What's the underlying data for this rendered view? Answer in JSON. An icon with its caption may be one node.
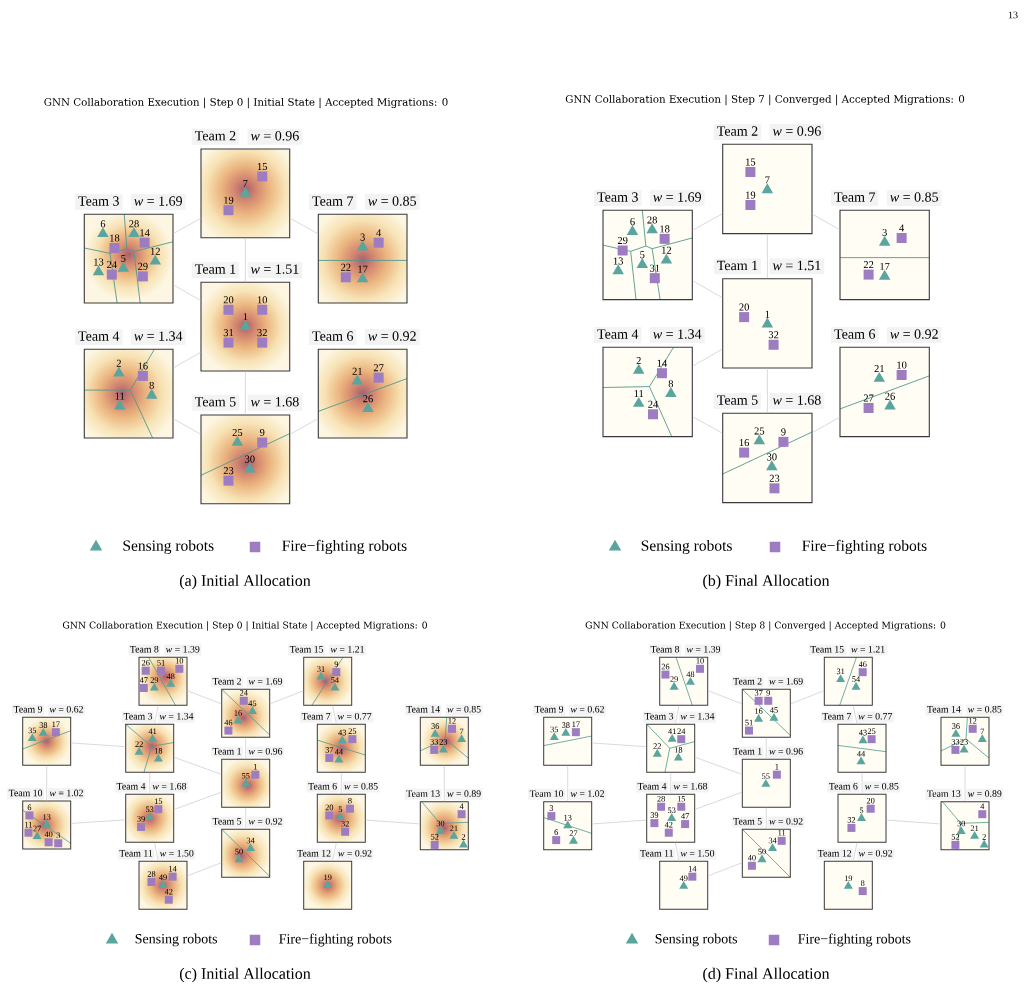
{
  "diagram": {
    "nodes": [
      {
        "text": [
          "Team 2",
          "*w* = 0.96"
        ]
      },
      {
        "text": [],
        "shape": "square",
        "beside": [
          "15"
        ],
        "in": 0
      },
      {
        "text": [],
        "shape": "triangle",
        "beside": [
          "7"
        ],
        "in": 0
      },
      {
        "text": [],
        "shape": "square",
        "beside": [
          "19"
        ],
        "in": 0
      },
      {
        "text": [
          "Team 3",
          "*w* = 1.69"
        ]
      },
      {
        "text": [],
        "shape": "triangle",
        "beside": [
          "6"
        ],
        "in": 4
      },
      {
        "text": [],
        "shape": "square",
        "beside": [
          "18"
        ],
        "in": 4
      },
      {
        "text": [],
        "shape": "triangle",
        "beside": [
          "28"
        ],
        "in": 4
      },
      {
        "text": [],
        "shape": "square",
        "beside": [
          "14"
        ],
        "in": 4
      },
      {
        "text": [],
        "shape": "triangle",
        "beside": [
          "13"
        ],
        "in": 4
      },
      {
        "text": [],
        "shape": "square",
        "beside": [
          "24"
        ],
        "in": 4
      },
      {
        "text": [],
        "shape": "triangle",
        "beside": [
          "5"
        ],
        "in": 4
      },
      {
        "text": [],
        "shape": "triangle",
        "beside": [
          "12"
        ],
        "in": 4
      },
      {
        "text": [],
        "shape": "square",
        "beside": [
          "29"
        ],
        "in": 4
      },
      {
        "text": [
          "Team 7",
          "*w* = 0.85"
        ]
      },
      {
        "text": [],
        "shape": "triangle",
        "beside": [
          "3"
        ],
        "in": 14
      },
      {
        "text": [],
        "shape": "square",
        "beside": [
          "4"
        ],
        "in": 14
      },
      {
        "text": [],
        "shape": "square",
        "beside": [
          "22"
        ],
        "in": 14
      },
      {
        "text": [],
        "shape": "triangle",
        "beside": [
          "17"
        ],
        "in": 14
      },
      {
        "text": [
          "Team 1",
          "*w* = 1.51"
        ]
      },
      {
        "text": [],
        "shape": "square",
        "beside": [
          "20"
        ],
        "in": 19
      },
      {
        "text": [],
        "shape": "square",
        "beside": [
          "10"
        ],
        "in": 19
      },
      {
        "text": [],
        "shape": "triangle",
        "beside": [
          "1"
        ],
        "in": 19
      },
      {
        "text": [],
        "shape": "square",
        "beside": [
          "31"
        ],
        "in": 19
      },
      {
        "text": [],
        "shape": "square",
        "beside": [
          "32"
        ],
        "in": 19
      },
      {
        "text": [
          "Team 4",
          "*w* = 1.34"
        ]
      },
      {
        "text": [],
        "shape": "triangle",
        "beside": [
          "2"
        ],
        "in": 25
      },
      {
        "text": [],
        "shape": "square",
        "beside": [
          "16"
        ],
        "in": 25
      },
      {
        "text": [],
        "shape": "triangle",
        "beside": [
          "8"
        ],
        "in": 25
      },
      {
        "text": [],
        "shape": "triangle",
        "beside": [
          "11"
        ],
        "in": 25
      },
      {
        "text": [
          "Team 6",
          "*w* = 0.92"
        ]
      },
      {
        "text": [],
        "shape": "triangle",
        "beside": [
          "21"
        ],
        "in": 30
      },
      {
        "text": [],
        "shape": "square",
        "beside": [
          "27"
        ],
        "in": 30
      },
      {
        "text": [],
        "shape": "triangle",
        "beside": [
          "26"
        ],
        "in": 30
      },
      {
        "text": [
          "Team 5",
          "*w* = 1.68"
        ]
      },
      {
        "text": [],
        "shape": "triangle",
        "beside": [
          "25"
        ],
        "in": 34
      },
      {
        "text": [],
        "shape": "square",
        "beside": [
          "9"
        ],
        "in": 34
      },
      {
        "text": [],
        "shape": "triangle",
        "beside": [
          "30"
        ],
        "in": 34
      },
      {
        "text": [],
        "shape": "square",
        "beside": [
          "23"
        ],
        "in": 34
      },
      {
        "text": [
          "Team 2",
          "*w* = 0.96"
        ]
      },
      {
        "text": [],
        "shape": "square",
        "beside": [
          "15"
        ],
        "in": 39
      },
      {
        "text": [],
        "shape": "triangle",
        "beside": [
          "7"
        ],
        "in": 39
      },
      {
        "text": [],
        "shape": "square",
        "beside": [
          "19"
        ],
        "in": 39
      },
      {
        "text": [
          "Team 3",
          "*w* = 1.69"
        ]
      },
      {
        "text": [],
        "shape": "triangle",
        "beside": [
          "6"
        ],
        "in": 43
      },
      {
        "text": [],
        "shape": "triangle",
        "beside": [
          "28"
        ],
        "in": 43
      },
      {
        "text": [],
        "shape": "square",
        "beside": [
          "18"
        ],
        "in": 43
      },
      {
        "text": [],
        "shape": "square",
        "beside": [
          "29"
        ],
        "in": 43
      },
      {
        "text": [],
        "shape": "triangle",
        "beside": [
          "13"
        ],
        "in": 43
      },
      {
        "text": [],
        "shape": "triangle",
        "beside": [
          "5"
        ],
        "in": 43
      },
      {
        "text": [],
        "shape": "triangle",
        "beside": [
          "12"
        ],
        "in": 43
      },
      {
        "text": [],
        "shape": "square",
        "beside": [
          "31"
        ],
        "in": 43
      },
      {
        "text": [
          "Team 7",
          "*w* = 0.85"
        ]
      },
      {
        "text": [],
        "shape": "triangle",
        "beside": [
          "3"
        ],
        "in": 52
      },
      {
        "text": [],
        "shape": "square",
        "beside": [
          "4"
        ],
        "in": 52
      },
      {
        "text": [],
        "shape": "square",
        "beside": [
          "22"
        ],
        "in": 52
      },
      {
        "text": [],
        "shape": "triangle",
        "beside": [
          "17"
        ],
        "in": 52
      },
      {
        "text": [
          "Team 1",
          "*w* = 1.51"
        ]
      },
      {
        "text": [],
        "shape": "square",
        "beside": [
          "20"
        ],
        "in": 57
      },
      {
        "text": [],
        "shape": "triangle",
        "beside": [
          "1"
        ],
        "in": 57
      },
      {
        "text": [],
        "shape": "square",
        "beside": [
          "32"
        ],
        "in": 57
      },
      {
        "text": [
          "Team 4",
          "*w* = 1.34"
        ]
      },
      {
        "text": [],
        "shape": "triangle",
        "beside": [
          "2"
        ],
        "in": 61
      },
      {
        "text": [],
        "shape": "square",
        "beside": [
          "14"
        ],
        "in": 61
      },
      {
        "text": [],
        "shape": "triangle",
        "beside": [
          "8"
        ],
        "in": 61
      },
      {
        "text": [],
        "shape": "triangle",
        "beside": [
          "11"
        ],
        "in": 61
      },
      {
        "text": [],
        "shape": "square",
        "beside": [
          "24"
        ],
        "in": 61
      },
      {
        "text": [
          "Team 6",
          "*w* = 0.92"
        ]
      },
      {
        "text": [],
        "shape": "triangle",
        "beside": [
          "21"
        ],
        "in": 67
      },
      {
        "text": [],
        "shape": "square",
        "beside": [
          "10"
        ],
        "in": 67
      },
      {
        "text": [],
        "shape": "square",
        "beside": [
          "27"
        ],
        "in": 67
      },
      {
        "text": [],
        "shape": "triangle",
        "beside": [
          "26"
        ],
        "in": 67
      },
      {
        "text": [
          "Team 5",
          "*w* = 1.68"
        ]
      },
      {
        "text": [],
        "shape": "triangle",
        "beside": [
          "25"
        ],
        "in": 72
      },
      {
        "text": [],
        "shape": "square",
        "beside": [
          "9"
        ],
        "in": 72
      },
      {
        "text": [],
        "shape": "square",
        "beside": [
          "16"
        ],
        "in": 72
      },
      {
        "text": [],
        "shape": "triangle",
        "beside": [
          "30"
        ],
        "in": 72
      },
      {
        "text": [],
        "shape": "square",
        "beside": [
          "23"
        ],
        "in": 72
      },
      {
        "text": [
          "Team 8",
          "*w* = 1.39"
        ]
      },
      {
        "text": [],
        "shape": "square",
        "beside": [
          "26"
        ],
        "in": 78
      },
      {
        "text": [],
        "shape": "square",
        "beside": [
          "10"
        ],
        "in": 78
      },
      {
        "text": [],
        "shape": "triangle",
        "beside": [
          "48"
        ],
        "in": 78
      },
      {
        "text": [],
        "shape": "triangle",
        "beside": [
          "29"
        ],
        "in": 78
      },
      {
        "text": [],
        "shape": "square",
        "beside": [
          "51"
        ],
        "in": 78
      },
      {
        "text": [],
        "shape": "square",
        "beside": [
          "47"
        ],
        "in": 78
      },
      {
        "text": [
          "Team 15",
          "*w* = 1.21"
        ]
      },
      {
        "text": [],
        "shape": "triangle",
        "beside": [
          "31"
        ],
        "in": 85
      },
      {
        "text": [],
        "shape": "square",
        "beside": [
          "9"
        ],
        "in": 85
      },
      {
        "text": [],
        "shape": "triangle",
        "beside": [
          "54"
        ],
        "in": 85
      },
      {
        "text": [
          "Team 2",
          "*w* = 1.69"
        ]
      },
      {
        "text": [],
        "shape": "square",
        "beside": [
          "24"
        ],
        "in": 89
      },
      {
        "text": [],
        "shape": "triangle",
        "beside": [
          "45"
        ],
        "in": 89
      },
      {
        "text": [],
        "shape": "triangle",
        "beside": [
          "16"
        ],
        "in": 89
      },
      {
        "text": [],
        "shape": "square",
        "beside": [
          "46"
        ],
        "in": 89
      },
      {
        "text": [
          "Team 9",
          "*w* = 0.62"
        ]
      },
      {
        "text": [],
        "shape": "triangle",
        "beside": [
          "38"
        ],
        "in": 94
      },
      {
        "text": [],
        "shape": "square",
        "beside": [
          "17"
        ],
        "in": 94
      },
      {
        "text": [],
        "shape": "triangle",
        "beside": [
          "35"
        ],
        "in": 94
      },
      {
        "text": [
          "Team 3",
          "*w* = 1.34"
        ]
      },
      {
        "text": [],
        "shape": "triangle",
        "beside": [
          "41"
        ],
        "in": 98
      },
      {
        "text": [],
        "shape": "triangle",
        "beside": [
          "22"
        ],
        "in": 98
      },
      {
        "text": [],
        "shape": "triangle",
        "beside": [
          "18"
        ],
        "in": 98
      },
      {
        "text": [
          "Team 7",
          "*w* = 0.77"
        ]
      },
      {
        "text": [],
        "shape": "triangle",
        "beside": [
          "43"
        ],
        "in": 102
      },
      {
        "text": [],
        "shape": "square",
        "beside": [
          "25"
        ],
        "in": 102
      },
      {
        "text": [],
        "shape": "square",
        "beside": [
          "37"
        ],
        "in": 102
      },
      {
        "text": [],
        "shape": "triangle",
        "beside": [
          "44"
        ],
        "in": 102
      },
      {
        "text": [
          "Team 14",
          "*w* = 0.85"
        ]
      },
      {
        "text": [],
        "shape": "triangle",
        "beside": [
          "36"
        ],
        "in": 107
      },
      {
        "text": [],
        "shape": "square",
        "beside": [
          "12"
        ],
        "in": 107
      },
      {
        "text": [],
        "shape": "triangle",
        "beside": [
          "7"
        ],
        "in": 107
      },
      {
        "text": [],
        "shape": "square",
        "beside": [
          "33"
        ],
        "in": 107
      },
      {
        "text": [],
        "shape": "triangle",
        "beside": [
          "23"
        ],
        "in": 107
      },
      {
        "text": [
          "Team 1",
          "*w* = 0.96"
        ]
      },
      {
        "text": [],
        "shape": "square",
        "beside": [
          "1"
        ],
        "in": 113
      },
      {
        "text": [],
        "shape": "triangle",
        "beside": [
          "55"
        ],
        "in": 113
      },
      {
        "text": [
          "Team 10",
          "*w* = 1.02"
        ]
      },
      {
        "text": [],
        "shape": "square",
        "beside": [
          "6"
        ],
        "in": 116
      },
      {
        "text": [],
        "shape": "triangle",
        "beside": [
          "13"
        ],
        "in": 116
      },
      {
        "text": [],
        "shape": "square",
        "beside": [
          "3"
        ],
        "in": 116
      },
      {
        "text": [],
        "shape": "triangle",
        "beside": [
          "27"
        ],
        "in": 116
      },
      {
        "text": [],
        "shape": "square",
        "beside": [
          "40"
        ],
        "in": 116
      },
      {
        "text": [],
        "shape": "square",
        "beside": [
          "11"
        ],
        "in": 116
      },
      {
        "text": [
          "Team 4",
          "*w* = 1.68"
        ]
      },
      {
        "text": [],
        "shape": "square",
        "beside": [
          "15"
        ],
        "in": 123
      },
      {
        "text": [],
        "shape": "triangle",
        "beside": [
          "53"
        ],
        "in": 123
      },
      {
        "text": [],
        "shape": "square",
        "beside": [
          "39"
        ],
        "in": 123
      },
      {
        "text": [
          "Team 6",
          "*w* = 0.85"
        ]
      },
      {
        "text": [],
        "shape": "square",
        "beside": [
          "20"
        ],
        "in": 127
      },
      {
        "text": [],
        "shape": "square",
        "beside": [
          "8"
        ],
        "in": 127
      },
      {
        "text": [],
        "shape": "triangle",
        "beside": [
          "5"
        ],
        "in": 127
      },
      {
        "text": [],
        "shape": "square",
        "beside": [
          "32"
        ],
        "in": 127
      },
      {
        "text": [
          "Team 13",
          "*w* = 0.89"
        ]
      },
      {
        "text": [],
        "shape": "triangle",
        "beside": [
          "21"
        ],
        "in": 132
      },
      {
        "text": [],
        "shape": "square",
        "beside": [
          "4"
        ],
        "in": 132
      },
      {
        "text": [],
        "shape": "triangle",
        "beside": [
          "30"
        ],
        "in": 132
      },
      {
        "text": [],
        "shape": "square",
        "beside": [
          "52"
        ],
        "in": 132
      },
      {
        "text": [],
        "shape": "triangle",
        "beside": [
          "2"
        ],
        "in": 132
      },
      {
        "text": [
          "Team 5",
          "*w* = 0.92"
        ]
      },
      {
        "text": [],
        "shape": "triangle",
        "beside": [
          "34"
        ],
        "in": 138
      },
      {
        "text": [],
        "shape": "triangle",
        "beside": [
          "50"
        ],
        "in": 138
      },
      {
        "text": [
          "Team 11",
          "*w* = 1.50"
        ]
      },
      {
        "text": [],
        "shape": "square",
        "beside": [
          "28"
        ],
        "in": 141
      },
      {
        "text": [],
        "shape": "square",
        "beside": [
          "14"
        ],
        "in": 141
      },
      {
        "text": [],
        "shape": "triangle",
        "beside": [
          "49"
        ],
        "in": 141
      },
      {
        "text": [],
        "shape": "square",
        "beside": [
          "42"
        ],
        "in": 141
      },
      {
        "text": [
          "Team 12",
          "*w* = 0.92"
        ]
      },
      {
        "text": [],
        "shape": "triangle",
        "beside": [
          "19"
        ],
        "in": 146
      },
      {
        "text": [
          "Team 8",
          "*w* = 1.39"
        ]
      },
      {
        "text": [],
        "shape": "square",
        "beside": [
          "26"
        ],
        "in": 148
      },
      {
        "text": [],
        "shape": "triangle",
        "beside": [
          "29"
        ],
        "in": 148
      },
      {
        "text": [],
        "shape": "square",
        "beside": [
          "10"
        ],
        "in": 148
      },
      {
        "text": [],
        "shape": "triangle",
        "beside": [
          "48"
        ],
        "in": 148
      },
      {
        "text": [
          "Team 15",
          "*w* = 1.21"
        ]
      },
      {
        "text": [],
        "shape": "triangle",
        "beside": [
          "31"
        ],
        "in": 153
      },
      {
        "text": [],
        "shape": "square",
        "beside": [
          "46"
        ],
        "in": 153
      },
      {
        "text": [],
        "shape": "triangle",
        "beside": [
          "54"
        ],
        "in": 153
      },
      {
        "text": [
          "Team 2",
          "*w* = 1.69"
        ]
      },
      {
        "text": [],
        "shape": "square",
        "beside": [
          "37"
        ],
        "in": 157
      },
      {
        "text": [],
        "shape": "triangle",
        "beside": [
          "16"
        ],
        "in": 157
      },
      {
        "text": [],
        "shape": "triangle",
        "beside": [
          "45"
        ],
        "in": 157
      },
      {
        "text": [],
        "shape": "square",
        "beside": [
          "9"
        ],
        "in": 157
      },
      {
        "text": [],
        "shape": "square",
        "beside": [
          "51"
        ],
        "in": 157
      },
      {
        "text": [
          "Team 9",
          "*w* = 0.62"
        ]
      },
      {
        "text": [],
        "shape": "triangle",
        "beside": [
          "38"
        ],
        "in": 163
      },
      {
        "text": [],
        "shape": "square",
        "beside": [
          "17"
        ],
        "in": 163
      },
      {
        "text": [],
        "shape": "triangle",
        "beside": [
          "35"
        ],
        "in": 163
      },
      {
        "text": [
          "Team 3",
          "*w* = 1.34"
        ]
      },
      {
        "text": [],
        "shape": "triangle",
        "beside": [
          "41"
        ],
        "in": 167
      },
      {
        "text": [],
        "shape": "square",
        "beside": [
          "24"
        ],
        "in": 167
      },
      {
        "text": [],
        "shape": "triangle",
        "beside": [
          "22"
        ],
        "in": 167
      },
      {
        "text": [],
        "shape": "triangle",
        "beside": [
          "18"
        ],
        "in": 167
      },
      {
        "text": [
          "Team 7",
          "*w* = 0.77"
        ]
      },
      {
        "text": [],
        "shape": "triangle",
        "beside": [
          "43"
        ],
        "in": 172
      },
      {
        "text": [],
        "shape": "square",
        "beside": [
          "25"
        ],
        "in": 172
      },
      {
        "text": [],
        "shape": "triangle",
        "beside": [
          "44"
        ],
        "in": 172
      },
      {
        "text": [
          "Team 14",
          "*w* = 0.85"
        ]
      },
      {
        "text": [],
        "shape": "triangle",
        "beside": [
          "36"
        ],
        "in": 176
      },
      {
        "text": [],
        "shape": "square",
        "beside": [
          "12"
        ],
        "in": 176
      },
      {
        "text": [],
        "shape": "triangle",
        "beside": [
          "7"
        ],
        "in": 176
      },
      {
        "text": [],
        "shape": "square",
        "beside": [
          "33"
        ],
        "in": 176
      },
      {
        "text": [],
        "shape": "triangle",
        "beside": [
          "23"
        ],
        "in": 176
      },
      {
        "text": [
          "Team 1",
          "*w* = 0.96"
        ]
      },
      {
        "text": [],
        "shape": "square",
        "beside": [
          "1"
        ],
        "in": 182
      },
      {
        "text": [],
        "shape": "triangle",
        "beside": [
          "55"
        ],
        "in": 182
      },
      {
        "text": [
          "Team 10",
          "*w* = 1.02"
        ]
      },
      {
        "text": [],
        "shape": "triangle",
        "beside": [
          "13"
        ],
        "in": 185
      },
      {
        "text": [],
        "shape": "square",
        "beside": [
          "3"
        ],
        "in": 185
      },
      {
        "text": [],
        "shape": "square",
        "beside": [
          "6"
        ],
        "in": 185
      },
      {
        "text": [],
        "shape": "triangle",
        "beside": [
          "27"
        ],
        "in": 185
      },
      {
        "text": [
          "Team 4",
          "*w* = 1.68"
        ]
      },
      {
        "text": [],
        "shape": "square",
        "beside": [
          "28"
        ],
        "in": 190
      },
      {
        "text": [],
        "shape": "square",
        "beside": [
          "15"
        ],
        "in": 190
      },
      {
        "text": [],
        "shape": "square",
        "beside": [
          "39"
        ],
        "in": 190
      },
      {
        "text": [],
        "shape": "triangle",
        "beside": [
          "53"
        ],
        "in": 190
      },
      {
        "text": [],
        "shape": "square",
        "beside": [
          "47"
        ],
        "in": 190
      },
      {
        "text": [],
        "shape": "square",
        "beside": [
          "42"
        ],
        "in": 190
      },
      {
        "text": [
          "Team 6",
          "*w* = 0.85"
        ]
      },
      {
        "text": [],
        "shape": "square",
        "beside": [
          "20"
        ],
        "in": 197
      },
      {
        "text": [],
        "shape": "triangle",
        "beside": [
          "5"
        ],
        "in": 197
      },
      {
        "text": [],
        "shape": "square",
        "beside": [
          "32"
        ],
        "in": 197
      },
      {
        "text": [
          "Team 13",
          "*w* = 0.89"
        ]
      },
      {
        "text": [],
        "shape": "triangle",
        "beside": [
          "21"
        ],
        "in": 201
      },
      {
        "text": [],
        "shape": "square",
        "beside": [
          "4"
        ],
        "in": 201
      },
      {
        "text": [],
        "shape": "triangle",
        "beside": [
          "30"
        ],
        "in": 201
      },
      {
        "text": [],
        "shape": "square",
        "beside": [
          "52"
        ],
        "in": 201
      },
      {
        "text": [],
        "shape": "triangle",
        "beside": [
          "2"
        ],
        "in": 201
      },
      {
        "text": [
          "Team 5",
          "*w* = 0.92"
        ]
      },
      {
        "text": [],
        "shape": "square",
        "beside": [
          "40"
        ],
        "in": 207
      },
      {
        "text": [],
        "shape": "triangle",
        "beside": [
          "34"
        ],
        "in": 207
      },
      {
        "text": [],
        "shape": "square",
        "beside": [
          "11"
        ],
        "in": 207
      },
      {
        "text": [],
        "shape": "triangle",
        "beside": [
          "50"
        ],
        "in": 207
      },
      {
        "text": [
          "Team 11",
          "*w* = 1.50"
        ]
      },
      {
        "text": [],
        "shape": "square",
        "beside": [
          "14"
        ],
        "in": 212
      },
      {
        "text": [],
        "shape": "triangle",
        "beside": [
          "49"
        ],
        "in": 212
      },
      {
        "text": [
          "Team 12",
          "*w* = 0.92"
        ]
      },
      {
        "text": [],
        "shape": "square",
        "beside": [
          "8"
        ],
        "in": 215
      },
      {
        "text": [],
        "shape": "triangle",
        "beside": [
          "19"
        ],
        "in": 215
      }
    ],
    "edges": [
      {
        "from": 4,
        "to": 0,
        "arrow": "none"
      },
      {
        "from": 0,
        "to": 14,
        "arrow": "none"
      },
      {
        "from": 4,
        "to": 19,
        "arrow": "none"
      },
      {
        "from": 0,
        "to": 19,
        "arrow": "none"
      },
      {
        "from": 25,
        "to": 19,
        "arrow": "none"
      },
      {
        "from": 19,
        "to": 34,
        "arrow": "none"
      },
      {
        "from": 25,
        "to": 34,
        "arrow": "none"
      },
      {
        "from": 34,
        "to": 30,
        "arrow": "none"
      },
      {
        "from": 43,
        "to": 39,
        "arrow": "none"
      },
      {
        "from": 39,
        "to": 52,
        "arrow": "none"
      },
      {
        "from": 43,
        "to": 57,
        "arrow": "none"
      },
      {
        "from": 39,
        "to": 57,
        "arrow": "none"
      },
      {
        "from": 61,
        "to": 57,
        "arrow": "none"
      },
      {
        "from": 57,
        "to": 72,
        "arrow": "none"
      },
      {
        "from": 61,
        "to": 72,
        "arrow": "none"
      },
      {
        "from": 72,
        "to": 67,
        "arrow": "none"
      },
      {
        "from": 78,
        "to": 89,
        "arrow": "none"
      },
      {
        "from": 78,
        "to": 98,
        "arrow": "none"
      },
      {
        "from": 94,
        "to": 98,
        "arrow": "none"
      },
      {
        "from": 94,
        "to": 116,
        "arrow": "none"
      },
      {
        "from": 98,
        "to": 113,
        "arrow": "none"
      },
      {
        "from": 98,
        "to": 123,
        "arrow": "none"
      },
      {
        "from": 116,
        "to": 123,
        "arrow": "none"
      },
      {
        "from": 123,
        "to": 113,
        "arrow": "none"
      },
      {
        "from": 123,
        "to": 141,
        "arrow": "none"
      },
      {
        "from": 141,
        "to": 138,
        "arrow": "none"
      },
      {
        "from": 89,
        "to": 113,
        "arrow": "none"
      },
      {
        "from": 113,
        "to": 138,
        "arrow": "none"
      },
      {
        "from": 89,
        "to": 85,
        "arrow": "none"
      },
      {
        "from": 85,
        "to": 102,
        "arrow": "none"
      },
      {
        "from": 102,
        "to": 127,
        "arrow": "none"
      },
      {
        "from": 127,
        "to": 146,
        "arrow": "none"
      },
      {
        "from": 127,
        "to": 132,
        "arrow": "none"
      },
      {
        "from": 132,
        "to": 107,
        "arrow": "none"
      },
      {
        "from": 148,
        "to": 157,
        "arrow": "none"
      },
      {
        "from": 148,
        "to": 167,
        "arrow": "none"
      },
      {
        "from": 163,
        "to": 167,
        "arrow": "none"
      },
      {
        "from": 163,
        "to": 185,
        "arrow": "none"
      },
      {
        "from": 167,
        "to": 182,
        "arrow": "none"
      },
      {
        "from": 167,
        "to": 190,
        "arrow": "none"
      },
      {
        "from": 185,
        "to": 190,
        "arrow": "none"
      },
      {
        "from": 190,
        "to": 182,
        "arrow": "none"
      },
      {
        "from": 190,
        "to": 212,
        "arrow": "none"
      },
      {
        "from": 212,
        "to": 207,
        "arrow": "none"
      },
      {
        "from": 157,
        "to": 182,
        "arrow": "none"
      },
      {
        "from": 182,
        "to": 207,
        "arrow": "none"
      },
      {
        "from": 157,
        "to": 153,
        "arrow": "none"
      },
      {
        "from": 153,
        "to": 172,
        "arrow": "none"
      },
      {
        "from": 172,
        "to": 197,
        "arrow": "none"
      },
      {
        "from": 197,
        "to": 215,
        "arrow": "none"
      },
      {
        "from": 197,
        "to": 201,
        "arrow": "none"
      },
      {
        "from": 201,
        "to": 176,
        "arrow": "none"
      }
    ],
    "labels": [
      "13",
      "GNN Collaboration Execution | Step 0 | Initial State | Accepted Migrations: 0",
      "GNN Collaboration Execution | Step 7 | Converged | Accepted Migrations: 0",
      "(a) Initial Allocation",
      "(b) Final Allocation",
      "GNN Collaboration Execution | Step 0 | Initial State | Accepted Migrations: 0",
      "GNN Collaboration Execution | Step 8 | Converged | Accepted Migrations: 0",
      "(c) Initial Allocation",
      "(d) Final Allocation"
    ],
    "legend": [
      {
        "text": "Sensing robots"
      },
      {
        "text": "Fire−fighting robots"
      },
      {
        "text": "Sensing robots"
      },
      {
        "text": "Fire−fighting robots"
      },
      {
        "text": "Sensing robots"
      },
      {
        "text": "Fire−fighting robots"
      },
      {
        "text": "Sensing robots"
      },
      {
        "text": "Fire−fighting robots"
      }
    ]
  }
}
